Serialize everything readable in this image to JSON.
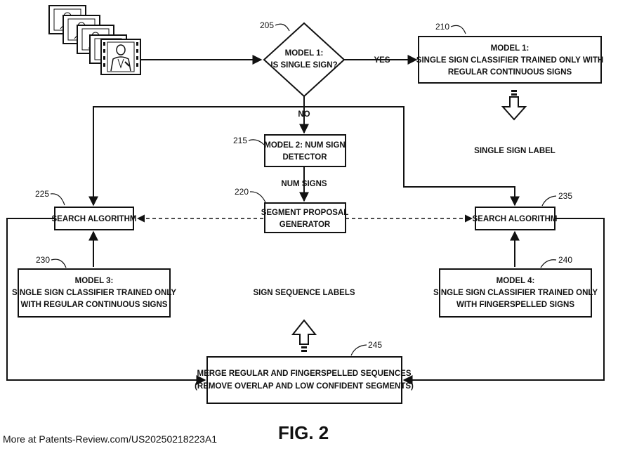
{
  "refs": {
    "r205": "205",
    "r210": "210",
    "r215": "215",
    "r220": "220",
    "r225": "225",
    "r230": "230",
    "r235": "235",
    "r240": "240",
    "r245": "245"
  },
  "decision": {
    "line1": "MODEL 1:",
    "line2": "IS SINGLE SIGN?"
  },
  "edges": {
    "yes": "YES",
    "no": "NO",
    "num_signs": "NUM SIGNS"
  },
  "model1_box": {
    "line1": "MODEL 1:",
    "line2": "SINGLE SIGN CLASSIFIER TRAINED ONLY WITH",
    "line3": "REGULAR CONTINUOUS SIGNS"
  },
  "single_sign_label": "SINGLE SIGN LABEL",
  "model2_box": {
    "line1": "MODEL 2: NUM SIGN",
    "line2": "DETECTOR"
  },
  "segment_box": {
    "line1": "SEGMENT PROPOSAL",
    "line2": "GENERATOR"
  },
  "search_left": "SEARCH ALGORITHM",
  "search_right": "SEARCH ALGORITHM",
  "model3_box": {
    "line1": "MODEL 3:",
    "line2": "SINGLE SIGN CLASSIFIER TRAINED ONLY",
    "line3": "WITH REGULAR CONTINUOUS SIGNS"
  },
  "model4_box": {
    "line1": "MODEL 4:",
    "line2": "SINGLE SIGN CLASSIFIER TRAINED ONLY",
    "line3": "WITH FINGERSPELLED SIGNS"
  },
  "sequence_label": "SIGN SEQUENCE LABELS",
  "merge_box": {
    "line1": "MERGE REGULAR AND FINGERSPELLED SEQUENCES",
    "line2": "(REMOVE OVERLAP AND LOW CONFIDENT SEGMENTS)"
  },
  "figure_label": "FIG. 2",
  "footer": "More at Patents-Review.com/US20250218223A1"
}
